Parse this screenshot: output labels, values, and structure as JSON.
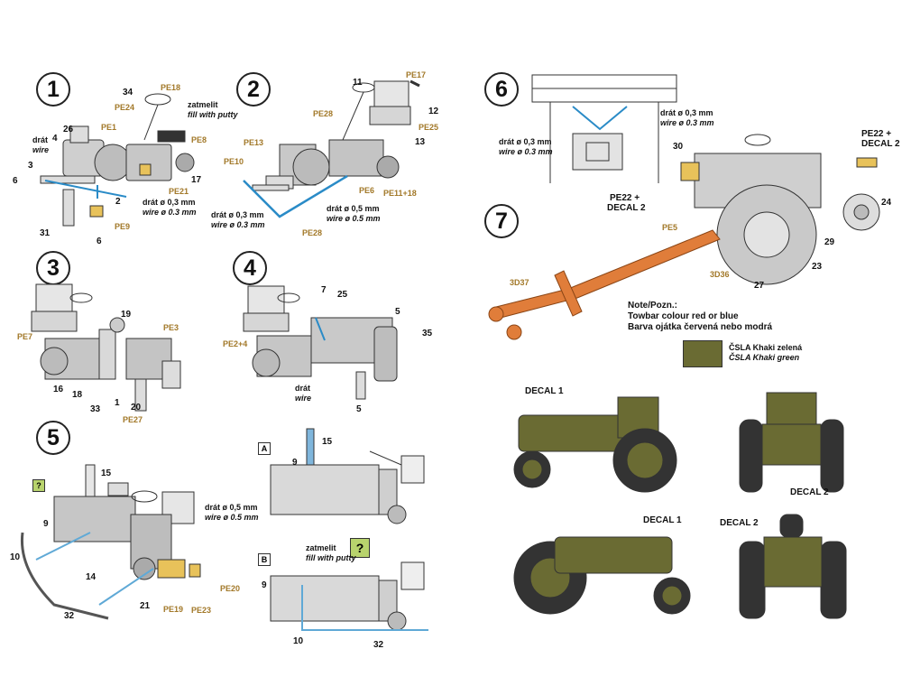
{
  "steps": [
    "1",
    "2",
    "3",
    "4",
    "5",
    "6",
    "7"
  ],
  "step1": {
    "parts": [
      "34",
      "PE18",
      "PE24",
      "PE1",
      "26",
      "4",
      "3",
      "6",
      "2",
      "31",
      "6",
      "17",
      "PE8",
      "PE21",
      "PE9"
    ],
    "wire_cz": "drát",
    "wire_en": "wire",
    "putty_cz": "zatmelit",
    "putty_en": "fill with putty",
    "wire03_cz": "drát ø 0,3 mm",
    "wire03_en": "wire ø 0.3 mm"
  },
  "step2": {
    "parts": [
      "11",
      "PE17",
      "12",
      "13",
      "PE28",
      "PE25",
      "PE13",
      "PE10",
      "PE6",
      "PE11+18",
      "PE28"
    ],
    "wire03_cz": "drát ø 0,3 mm",
    "wire03_en": "wire ø 0.3 mm",
    "wire05_cz": "drát ø 0,5 mm",
    "wire05_en": "wire ø 0.5 mm"
  },
  "step3": {
    "parts": [
      "19",
      "PE3",
      "PE7",
      "16",
      "18",
      "33",
      "1",
      "20",
      "PE27"
    ]
  },
  "step4": {
    "parts": [
      "7",
      "25",
      "5",
      "35",
      "PE2+4",
      "5"
    ],
    "wire_cz": "drát",
    "wire_en": "wire"
  },
  "step5": {
    "parts": [
      "15",
      "9",
      "10",
      "14",
      "21",
      "32",
      "PE19",
      "PE23",
      "PE20"
    ],
    "wire05_cz": "drát ø 0,5 mm",
    "wire05_en": "wire ø 0.5 mm",
    "box_a": "A",
    "box_b": "B",
    "a_parts": [
      "15",
      "9"
    ],
    "b_parts": [
      "9",
      "10",
      "32"
    ],
    "putty_cz": "zatmelit",
    "putty_en": "fill with putty",
    "question": "?"
  },
  "step6": {
    "wire03_cz": "drát ø 0,3 mm",
    "wire03_en": "wire ø 0.3 mm",
    "wire03b_cz": "drát ø 0,3 mm",
    "wire03b_en": "wire ø 0.3 mm"
  },
  "step7": {
    "parts": [
      "30",
      "PE22 +",
      "DECAL 2",
      "PE22 +",
      "DECAL 2",
      "24",
      "PE5",
      "29",
      "23",
      "3D36",
      "3D37",
      "27"
    ],
    "note_title": "Note/Pozn.:",
    "note_en": "Towbar colour red or blue",
    "note_cz": "Barva ojátka červená nebo modrá"
  },
  "color_swatch": {
    "color": "#6a6b33",
    "label_cz": "ČSLA Khaki zelená",
    "label_en": "ČSLA Khaki green"
  },
  "decals": {
    "d1a": "DECAL 1",
    "d2a": "DECAL 2",
    "d1b": "DECAL 1",
    "d2b": "DECAL 2"
  }
}
